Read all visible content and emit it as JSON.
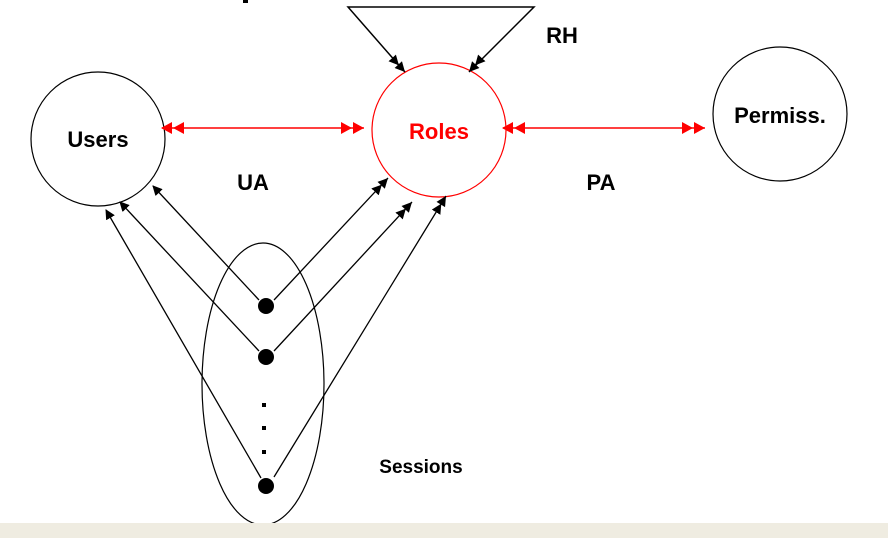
{
  "diagram": {
    "title_fragment": "",
    "nodes": {
      "users": {
        "label": "Users",
        "color": "#000000"
      },
      "roles": {
        "label": "Roles",
        "color": "#ff0000"
      },
      "permissions": {
        "label": "Permiss.",
        "color": "#000000"
      }
    },
    "relations": {
      "ua": {
        "label": "UA",
        "color": "#ff0000"
      },
      "pa": {
        "label": "PA",
        "color": "#ff0000"
      },
      "rh": {
        "label": "RH"
      }
    },
    "sessions": {
      "label": "Sessions",
      "ellipsis": "."
    },
    "colors": {
      "accent": "#ff0000",
      "ink": "#000000",
      "footer": "#efece1"
    }
  }
}
